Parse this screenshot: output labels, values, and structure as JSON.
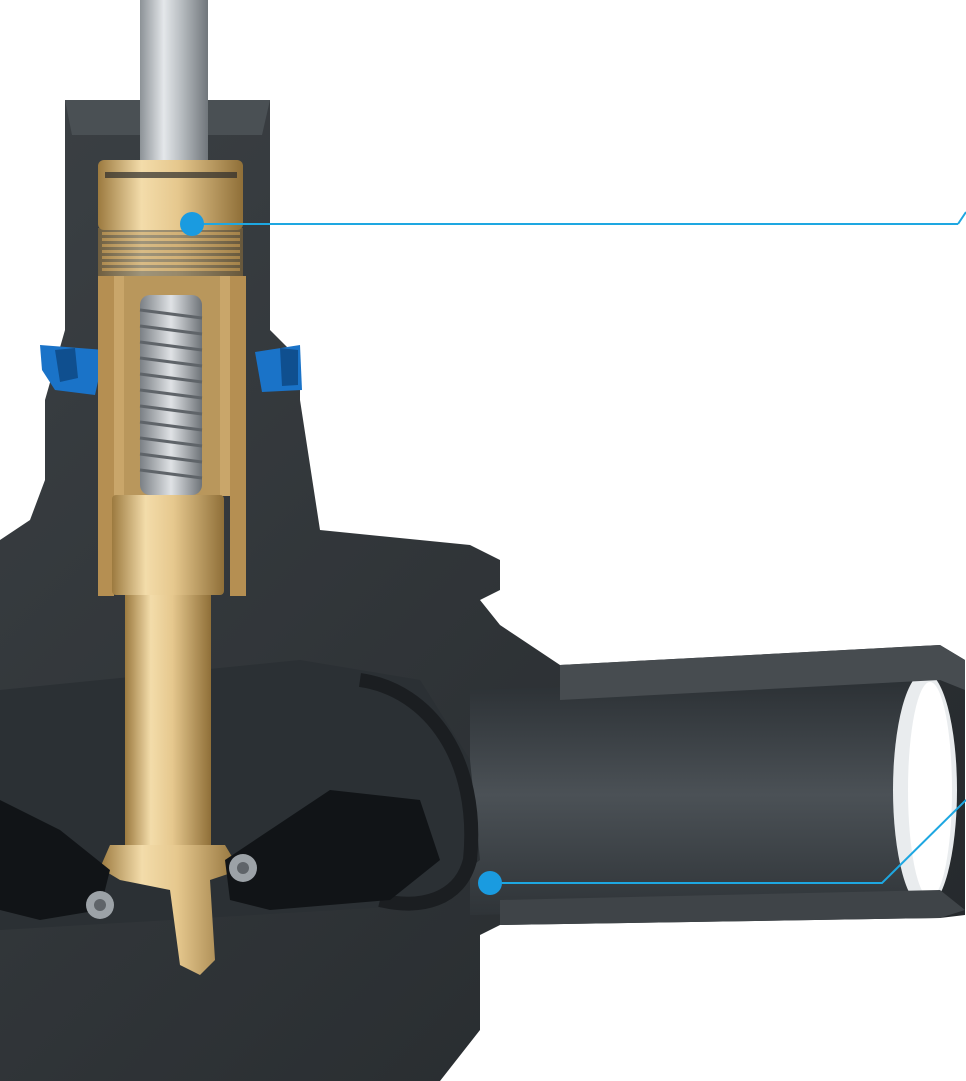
{
  "image": {
    "subject": "valve-cutaway",
    "colors": {
      "background": "#ffffff",
      "body_dark": "#2c3033",
      "body_mid": "#3b4044",
      "body_light": "#55595d",
      "brass_light": "#f3dcaa",
      "brass_mid": "#d7b678",
      "brass_dark": "#9c7a3f",
      "steel_light": "#d9dde0",
      "steel_dark": "#8c9297",
      "accent_blue": "#1a73c8",
      "callout_line": "#1ea7e1",
      "callout_dot": "#1a9be0"
    },
    "callouts": [
      {
        "id": "upper-callout",
        "target": "brass-bushing"
      },
      {
        "id": "lower-callout",
        "target": "pipe-outlet"
      }
    ]
  }
}
